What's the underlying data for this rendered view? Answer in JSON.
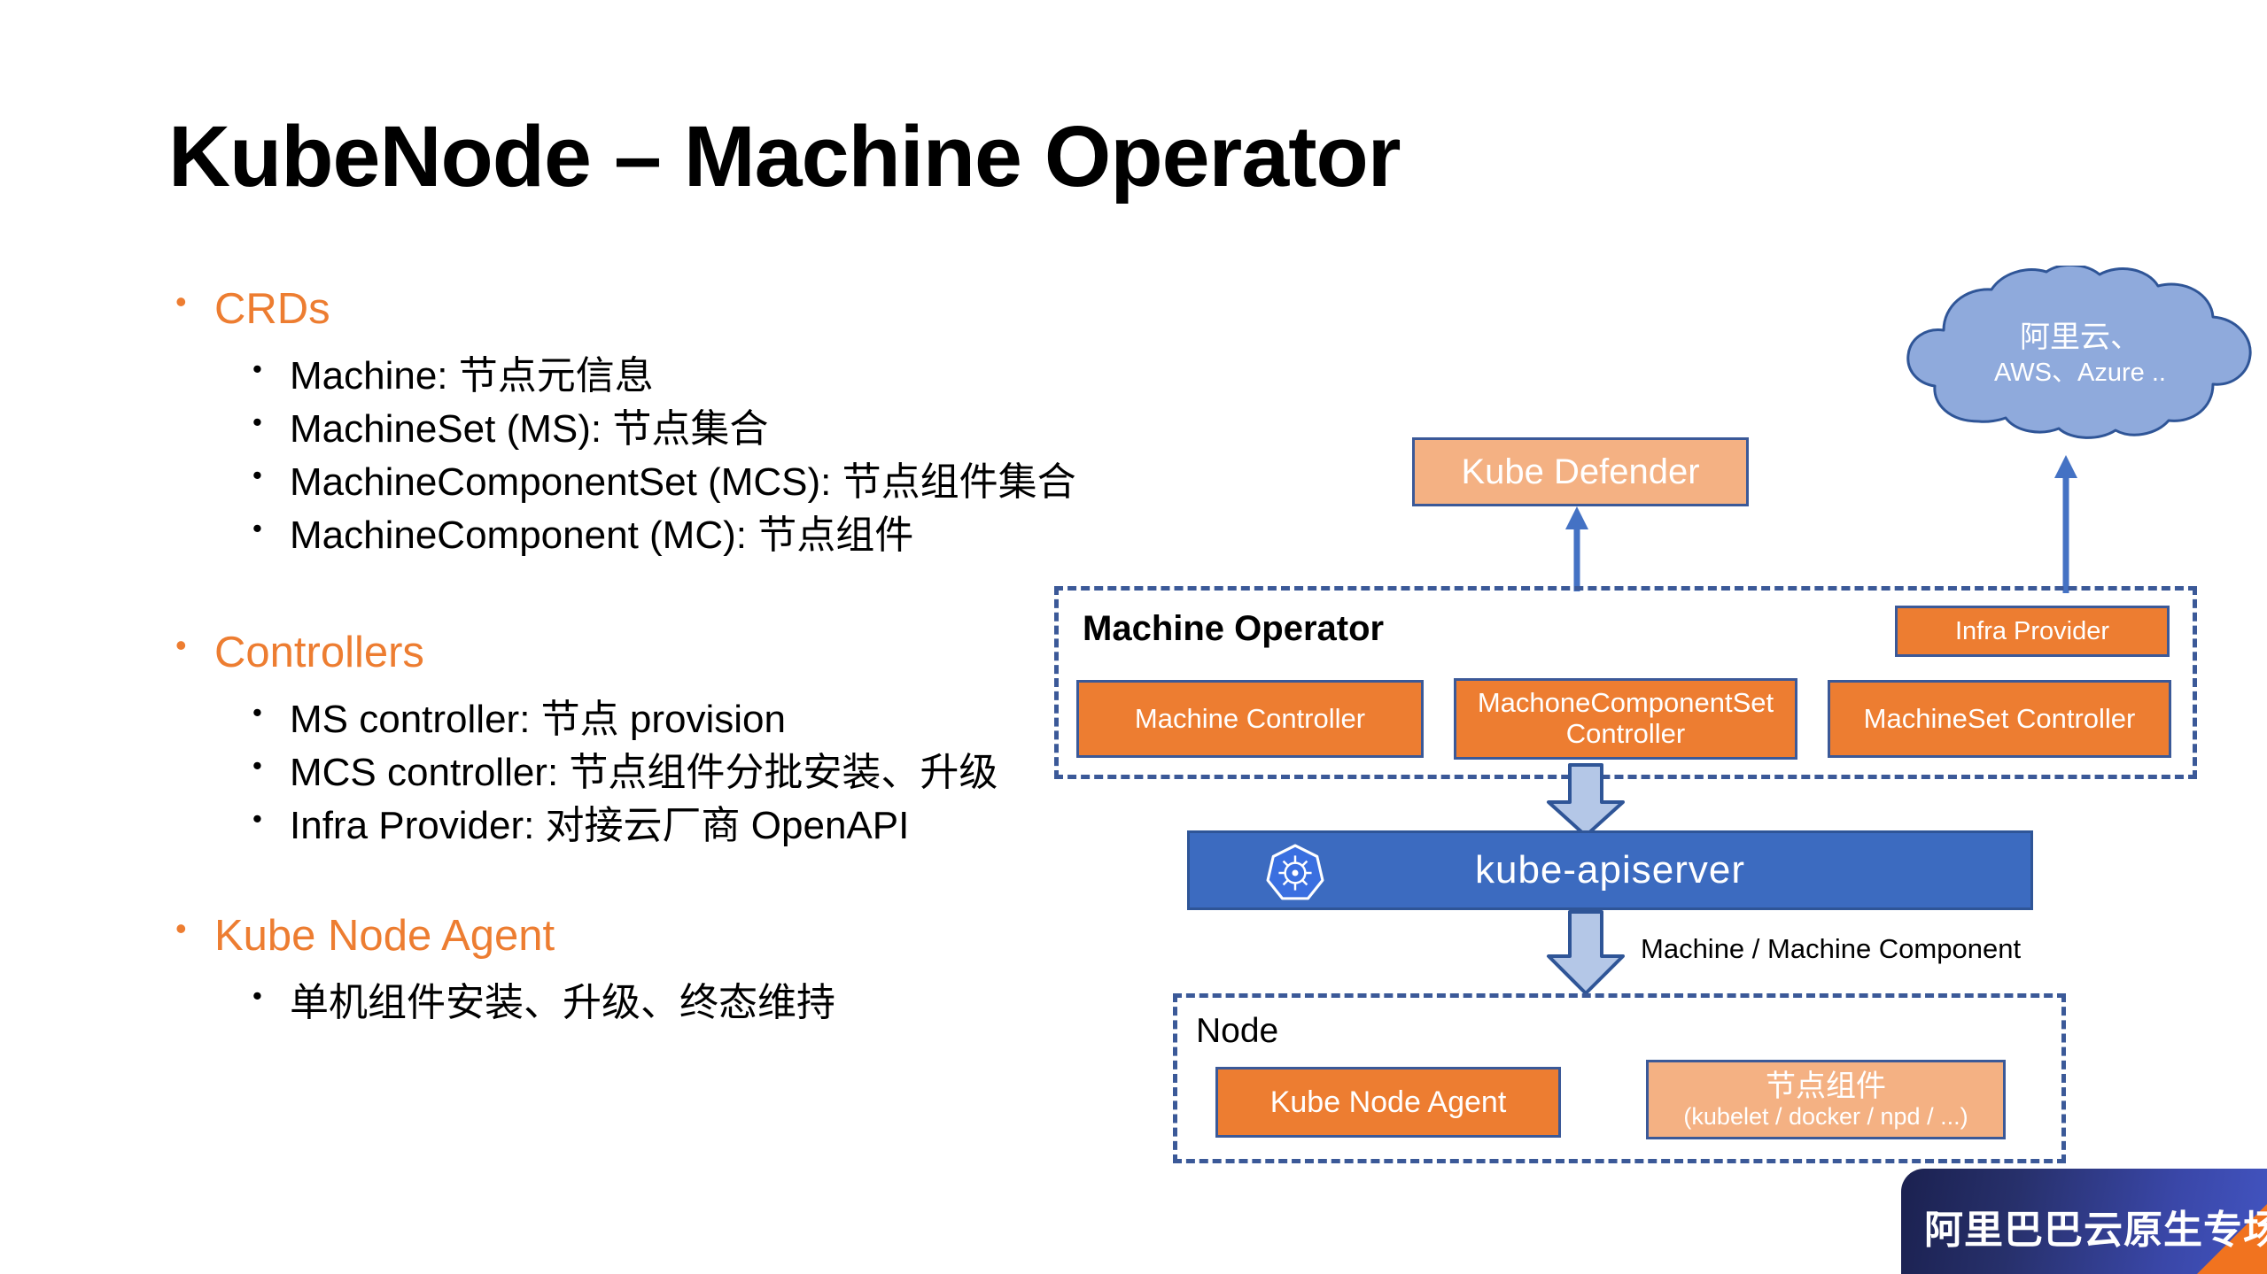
{
  "slide": {
    "title": "KubeNode – Machine Operator",
    "accent_color": "#ED7D31",
    "background": "#FFFFFF"
  },
  "outline": {
    "sections": [
      {
        "heading": "CRDs",
        "items": [
          "Machine: 节点元信息",
          "MachineSet (MS): 节点集合",
          "MachineComponentSet (MCS): 节点组件集合",
          "MachineComponent (MC): 节点组件"
        ]
      },
      {
        "heading": "Controllers",
        "items": [
          "MS controller: 节点 provision",
          "MCS controller: 节点组件分批安装、升级",
          "Infra Provider: 对接云厂商 OpenAPI"
        ]
      },
      {
        "heading": "Kube Node Agent",
        "items": [
          "单机组件安装、升级、终态维持"
        ]
      }
    ]
  },
  "diagram": {
    "cloud": {
      "line1": "阿里云、",
      "line2": "AWS、Azure ..",
      "fill": "#8FAADC",
      "stroke": "#2F5597"
    },
    "kube_defender": {
      "label": "Kube Defender",
      "fill": "#F4B183",
      "stroke": "#3B5998"
    },
    "machine_operator": {
      "label": "Machine Operator",
      "boxes": [
        {
          "label": "Machine Controller"
        },
        {
          "label": "MachoneComponentSet Controller"
        },
        {
          "label": "MachineSet Controller"
        },
        {
          "label": "Infra Provider"
        }
      ],
      "box_fill": "#ED7D31",
      "box_stroke": "#3B5998"
    },
    "apiserver": {
      "label": "kube-apiserver",
      "icon": "kubernetes-helm-icon",
      "fill": "#3C6BC0",
      "stroke": "#2F5597"
    },
    "edge_label": "Machine / Machine Component",
    "node": {
      "label": "Node",
      "agent": {
        "label": "Kube Node Agent",
        "fill": "#ED7D31"
      },
      "components": {
        "line1": "节点组件",
        "line2": "(kubelet / docker / npd / ...)",
        "fill": "#F4B183"
      }
    }
  },
  "branding": {
    "badge_text": "阿里巴巴云原生专场",
    "badge_gradient_start": "#1B2150",
    "badge_gradient_end": "#4356C4",
    "badge_corner_color": "#F1731F"
  }
}
